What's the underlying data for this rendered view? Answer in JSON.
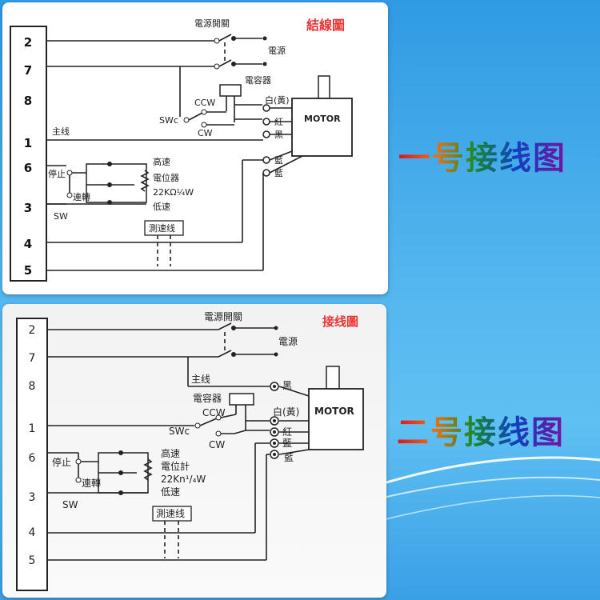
{
  "diagram1": {
    "title": "結線圖",
    "terminals": [
      "2",
      "7",
      "8",
      "1",
      "6",
      "3",
      "4",
      "5"
    ],
    "labels": {
      "power_switch": "電源開關",
      "power": "電源",
      "capacitor": "電容器",
      "ccw": "CCW",
      "swc": "SWc",
      "cw": "CW",
      "main_line": "主线",
      "white_yellow": "白(黃)",
      "red": "紅",
      "black": "黑",
      "blue1": "藍",
      "blue2": "藍",
      "motor": "MOTOR",
      "stop": "停止",
      "run": "連轉",
      "sw": "SW",
      "high_speed": "高速",
      "potentiometer": "電位器",
      "rating": "22KΩ¼W",
      "low_speed": "低速",
      "tacho": "測速线"
    }
  },
  "diagram2": {
    "title": "接线圖",
    "terminals": [
      "2",
      "7",
      "8",
      "1",
      "6",
      "3",
      "4",
      "5"
    ],
    "labels": {
      "power_switch": "電源開關",
      "power": "電源",
      "main_line": "主线",
      "black": "黑",
      "capacitor": "電容器",
      "ccw": "CCW",
      "white_yellow": "白(黃)",
      "swc": "SWc",
      "cw": "CW",
      "red": "紅",
      "blue1": "藍",
      "blue2": "藍",
      "motor": "MOTOR",
      "stop": "停止",
      "run": "連轉",
      "sw": "SW",
      "high_speed": "高速",
      "potentiometer": "電位計",
      "rating": "22Kn¹/₄W",
      "low_speed": "低速",
      "tacho": "測速线"
    }
  },
  "captions": {
    "first": "一号接线图",
    "second": "二号接线图"
  }
}
